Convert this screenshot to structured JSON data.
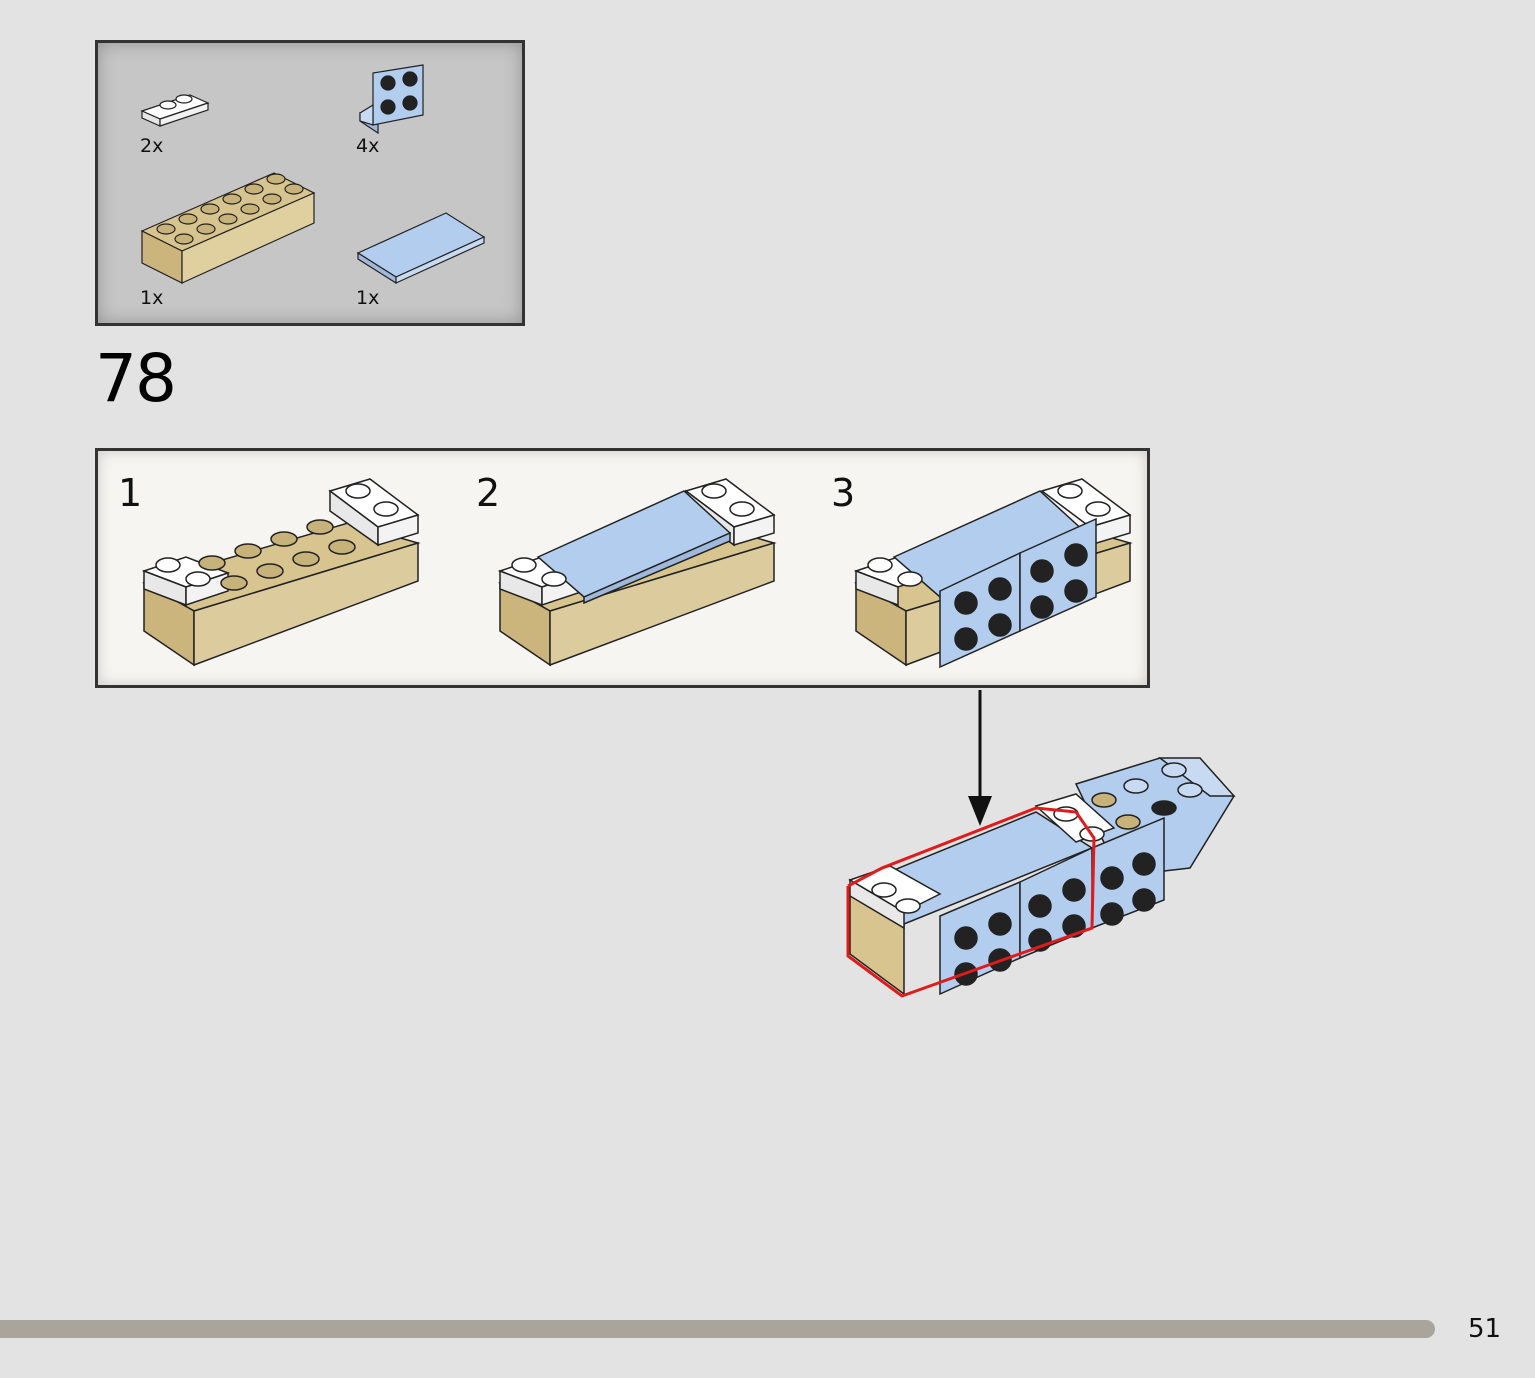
{
  "parts_list": {
    "items": [
      {
        "qty": "2x",
        "icon": "white-plate-1x2-icon",
        "color": "#ffffff"
      },
      {
        "qty": "4x",
        "icon": "light-blue-bracket-2x2-icon",
        "color": "#b3cdee"
      },
      {
        "qty": "1x",
        "icon": "tan-brick-2x6-icon",
        "color": "#d8c48e"
      },
      {
        "qty": "1x",
        "icon": "light-blue-tile-2x4-icon",
        "color": "#b3cdee"
      }
    ]
  },
  "step": {
    "number": "78",
    "substeps": [
      {
        "number": "1"
      },
      {
        "number": "2"
      },
      {
        "number": "3"
      }
    ]
  },
  "colors": {
    "tan": "#d8c48e",
    "light_blue": "#b3cdee",
    "highlight": "#e01b1b",
    "footer_bar": "#aaa59c"
  },
  "page": {
    "number": "51"
  }
}
